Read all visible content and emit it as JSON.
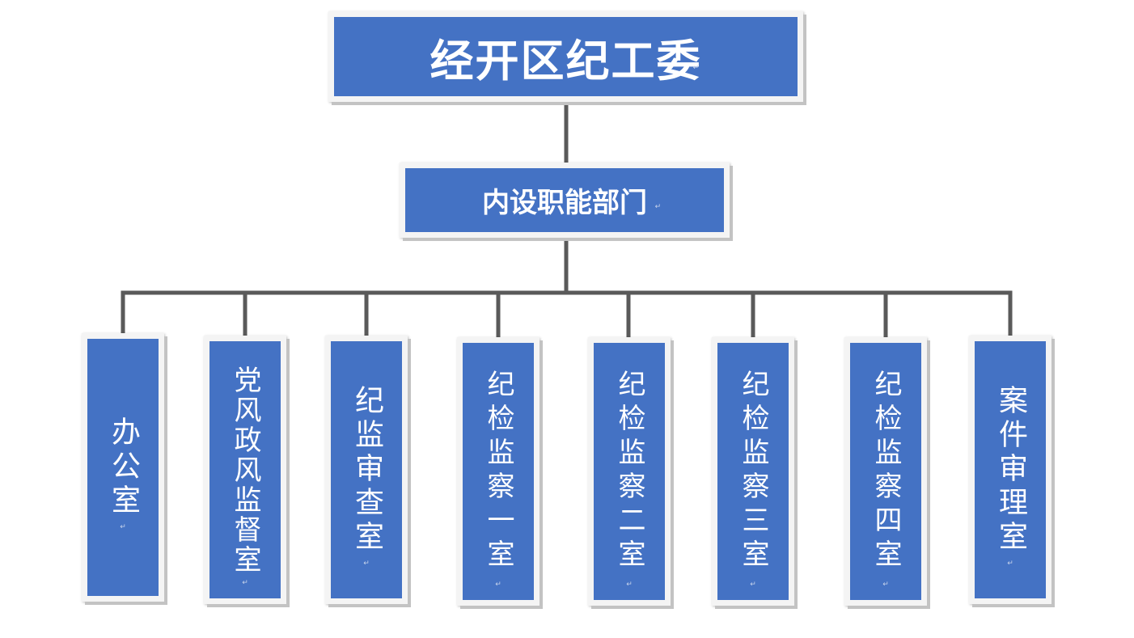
{
  "root": {
    "label": "经开区纪工委"
  },
  "middle": {
    "label": "内设职能部门"
  },
  "departments": [
    {
      "label": "办公室"
    },
    {
      "label": "党风政风监督室"
    },
    {
      "label": "纪监审查室"
    },
    {
      "label": "纪检监察一室"
    },
    {
      "label": "纪检监察二室"
    },
    {
      "label": "纪检监察三室"
    },
    {
      "label": "纪检监察四室"
    },
    {
      "label": "案件审理室"
    }
  ],
  "colors": {
    "box_fill": "#4472c4",
    "box_border": "#f4f4f4",
    "connector": "#5a5a5a",
    "text": "#ffffff"
  }
}
